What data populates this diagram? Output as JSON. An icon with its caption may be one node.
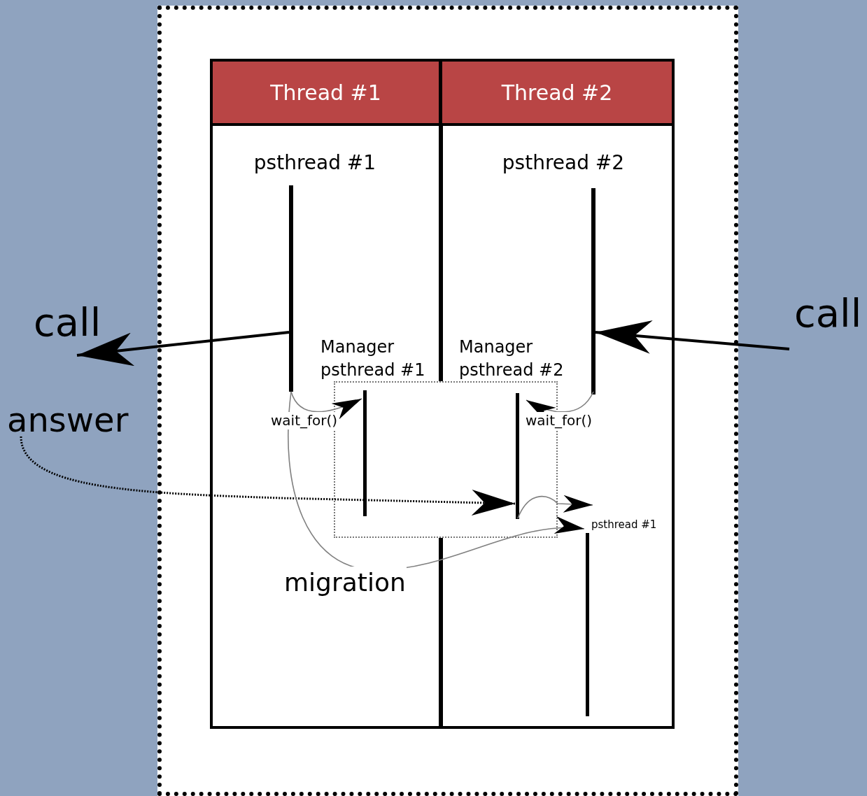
{
  "diagram": {
    "nodes": [
      {
        "text": [],
        "shape": "box"
      },
      {
        "text": [
          "Thread #1"
        ],
        "in": 0
      },
      {
        "text": [
          "Thread #2"
        ],
        "in": 0
      },
      {
        "text": [],
        "shape": "bar",
        "beside": [
          "psthread #1"
        ],
        "in": 1
      },
      {
        "text": [],
        "shape": "bar",
        "beside": [
          "psthread #2"
        ],
        "in": 2
      },
      {
        "text": [],
        "shape": "bar",
        "beside": [
          "Manager psthread #1"
        ],
        "in": 1
      },
      {
        "text": [],
        "shape": "bar",
        "beside": [
          "Manager psthread #2"
        ],
        "in": 2
      },
      {
        "text": [],
        "shape": "bar",
        "beside": [
          "psthread #1"
        ],
        "in": 2
      },
      {
        "text": [
          "call"
        ]
      },
      {
        "text": [
          "call"
        ]
      },
      {
        "text": [
          "answer"
        ]
      }
    ],
    "edges": [
      {
        "from": 3,
        "to": 8,
        "arrow": "to",
        "style": "thick",
        "color": "#000000"
      },
      {
        "from": 9,
        "to": 4,
        "arrow": "to",
        "style": "thick",
        "color": "#000000"
      },
      {
        "from": 3,
        "to": 5,
        "arrow": "to",
        "label": "wait_for()"
      },
      {
        "from": 4,
        "to": 6,
        "arrow": "to",
        "label": "wait_for()"
      },
      {
        "from": 10,
        "to": 6,
        "arrow": "to",
        "style": "dashed",
        "color": "#000000"
      },
      {
        "from": 6,
        "to": 7,
        "arrow": "to"
      },
      {
        "from": 3,
        "to": 7,
        "arrow": "to",
        "label": "migration"
      }
    ]
  }
}
